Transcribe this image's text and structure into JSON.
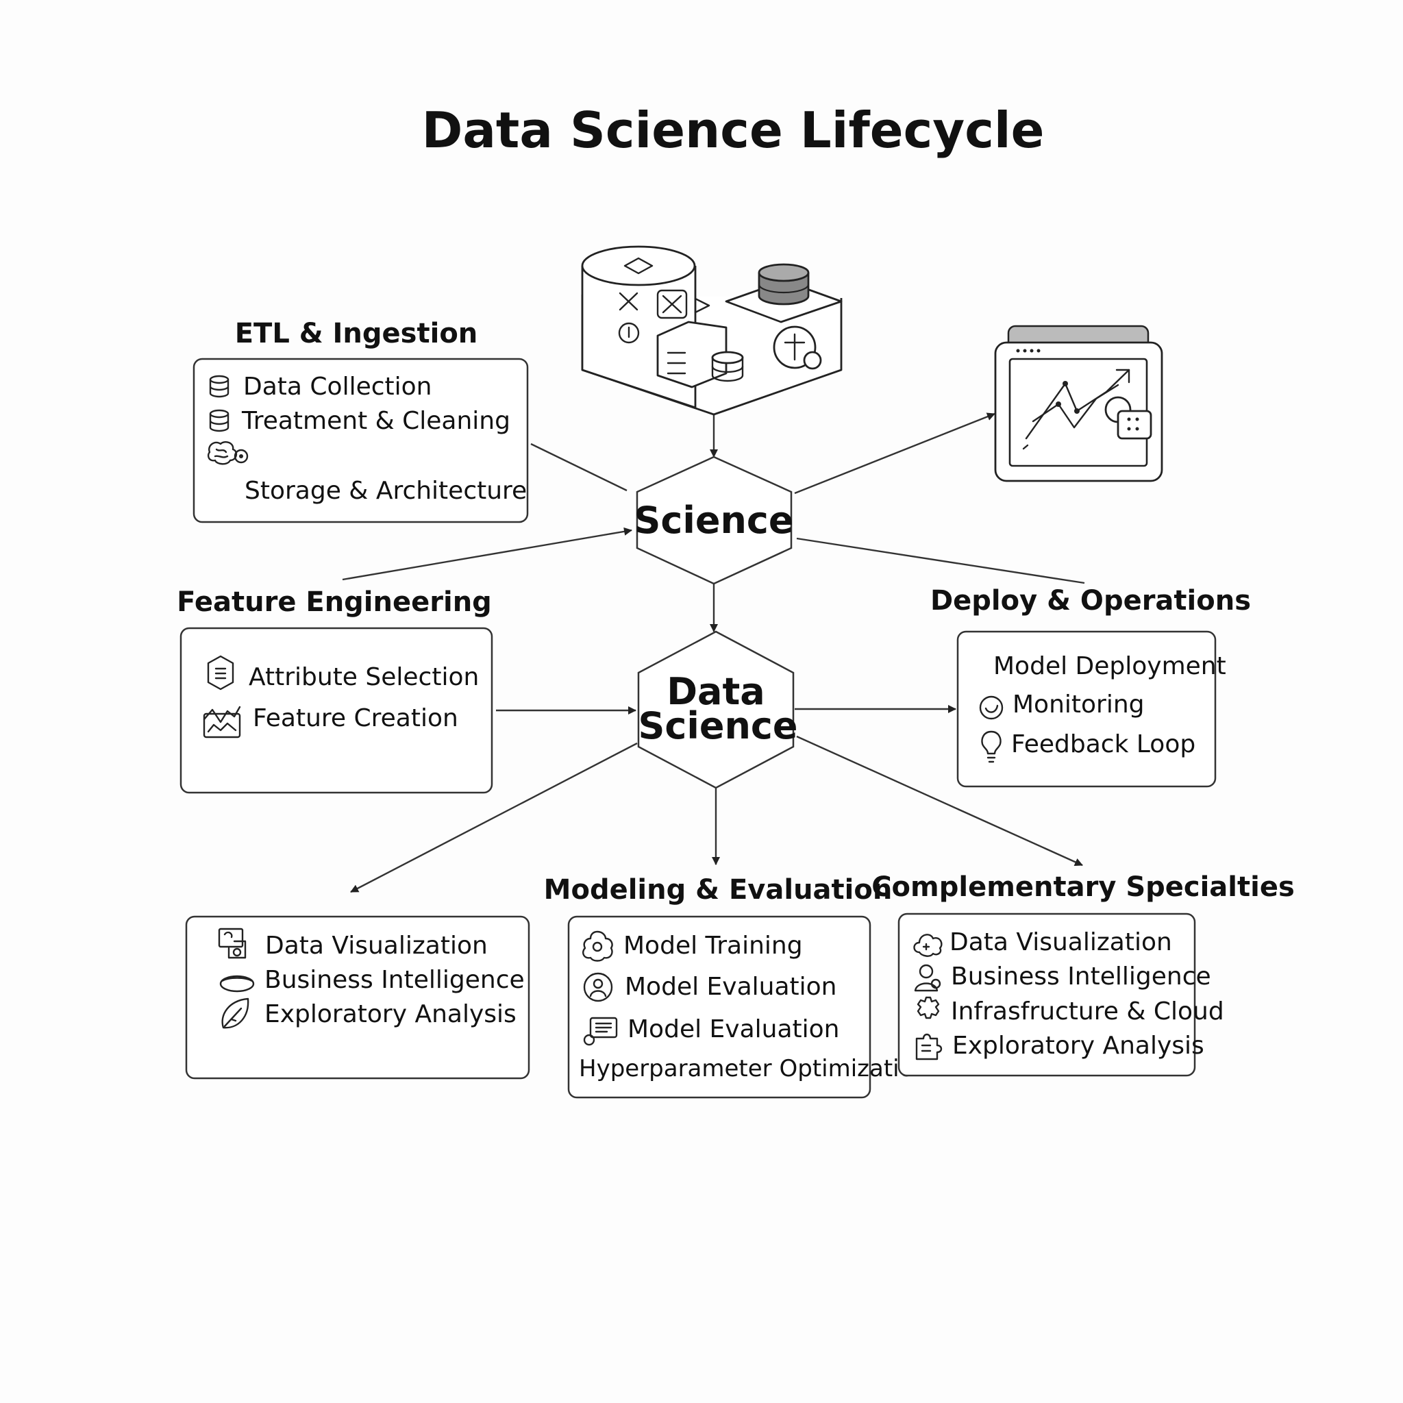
{
  "title": "Data Science Lifecycle",
  "hub_top": {
    "label": "Science"
  },
  "hub_main": {
    "line1": "Data",
    "line2": "Science"
  },
  "etl": {
    "heading": "ETL & Ingestion",
    "items": [
      {
        "label": "Data Collection",
        "icon": "database-icon"
      },
      {
        "label": "Treatment & Cleaning",
        "icon": "database-icon"
      },
      {
        "label": "Storage & Architecture",
        "icon": "brain-icon"
      }
    ]
  },
  "feature": {
    "heading": "Feature Engineering",
    "items": [
      {
        "label": "Attribute Selection",
        "icon": "hexagon-list-icon"
      },
      {
        "label": "Feature Creation",
        "icon": "area-chart-icon"
      }
    ]
  },
  "deploy": {
    "heading": "Deploy & Operations",
    "items": [
      {
        "label": "Model Deployment"
      },
      {
        "label": "Monitoring",
        "icon": "circle-check-icon"
      },
      {
        "label": "Feedback Loop",
        "icon": "lightbulb-icon"
      }
    ]
  },
  "analytics": {
    "items": [
      {
        "label": "Data Visualization",
        "icon": "screen-icon"
      },
      {
        "label": "Business Intelligence",
        "icon": "disc-icon"
      },
      {
        "label": "Exploratory Analysis",
        "icon": "leaf-icon"
      }
    ]
  },
  "modeling": {
    "heading": "Modeling & Evaluation",
    "items": [
      {
        "label": "Model Training",
        "icon": "cloud-gear-icon"
      },
      {
        "label": "Model Evaluation",
        "icon": "user-circle-icon"
      },
      {
        "label": "Model Evaluation",
        "icon": "document-list-icon"
      },
      {
        "label": "Hyperparameter Optimization"
      }
    ]
  },
  "complementary": {
    "heading": "Complementary Specialties",
    "items": [
      {
        "label": "Data Visualization",
        "icon": "cloud-icon"
      },
      {
        "label": "Business Intelligence",
        "icon": "user-icon"
      },
      {
        "label": "Infrasfructure & Cloud",
        "icon": "gear-icon"
      },
      {
        "label": "Exploratory Analysis",
        "icon": "puzzle-icon"
      }
    ]
  }
}
